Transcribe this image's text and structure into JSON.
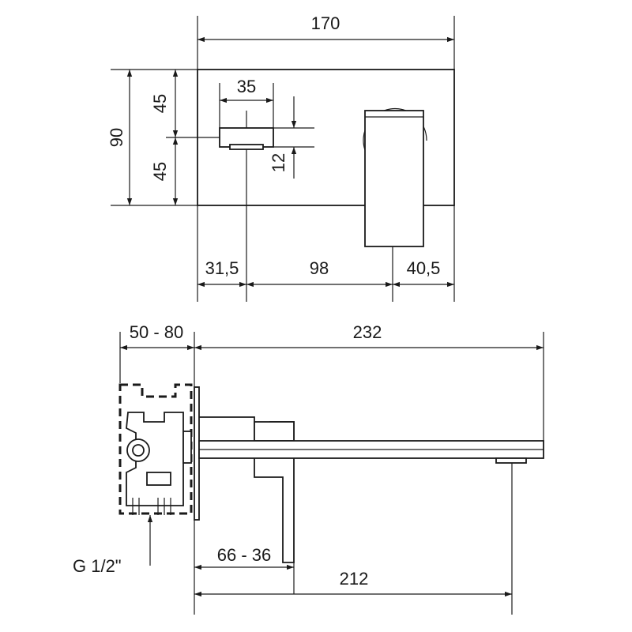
{
  "top_view": {
    "overall_width": "170",
    "overall_height": "90",
    "half_top": "45",
    "half_bottom": "45",
    "handle_width": "35",
    "handle_depth": "12",
    "offset_left": "31,5",
    "offset_center": "98",
    "offset_right": "40,5"
  },
  "side_view": {
    "wall_depth": "50 - 80",
    "spout_length": "232",
    "thread": "G 1/2\"",
    "cover_range": "66 - 36",
    "outlet_distance": "212"
  },
  "colors": {
    "line": "#1a1a1a",
    "background": "#ffffff"
  }
}
